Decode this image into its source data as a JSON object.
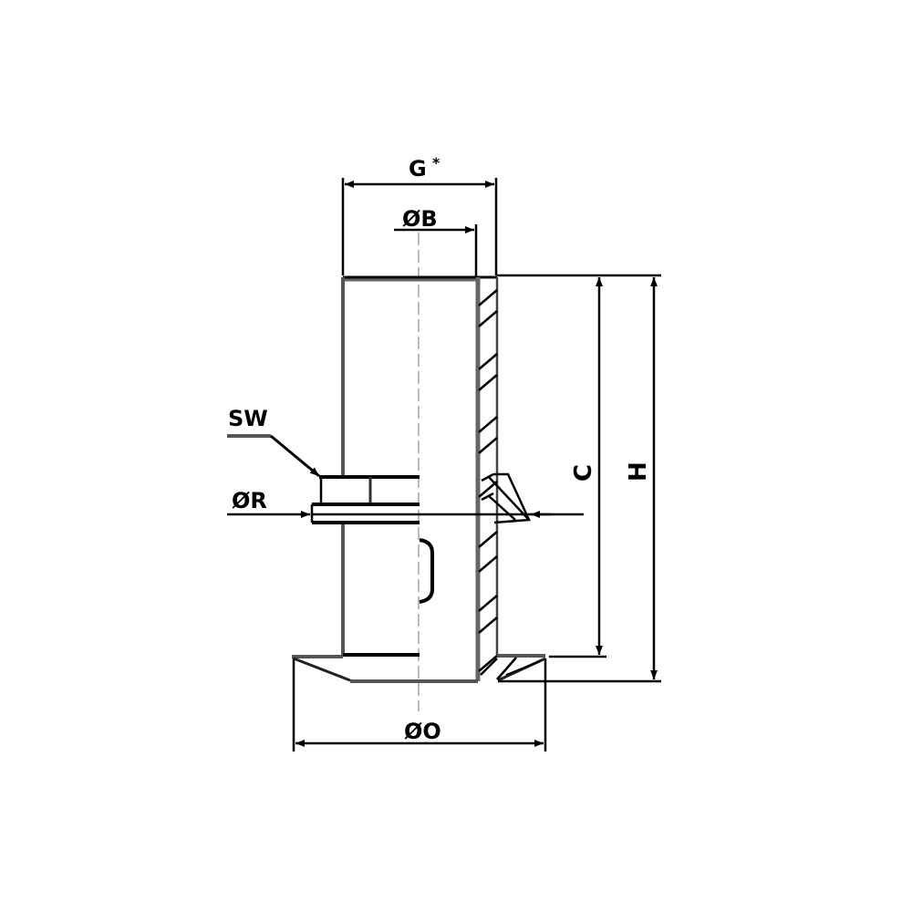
{
  "diagram": {
    "type": "technical-drawing",
    "subject": "tube fitting cross-section with dimension callouts",
    "labels": {
      "G": "G",
      "G_suffix": "*",
      "B": "ØB",
      "SW": "SW",
      "R": "ØR",
      "C": "C",
      "H": "H",
      "O": "ØO"
    },
    "colors": {
      "line": "#000000",
      "body_edge": "#555555",
      "centerline": "#bbbbbb",
      "background": "#ffffff"
    }
  }
}
